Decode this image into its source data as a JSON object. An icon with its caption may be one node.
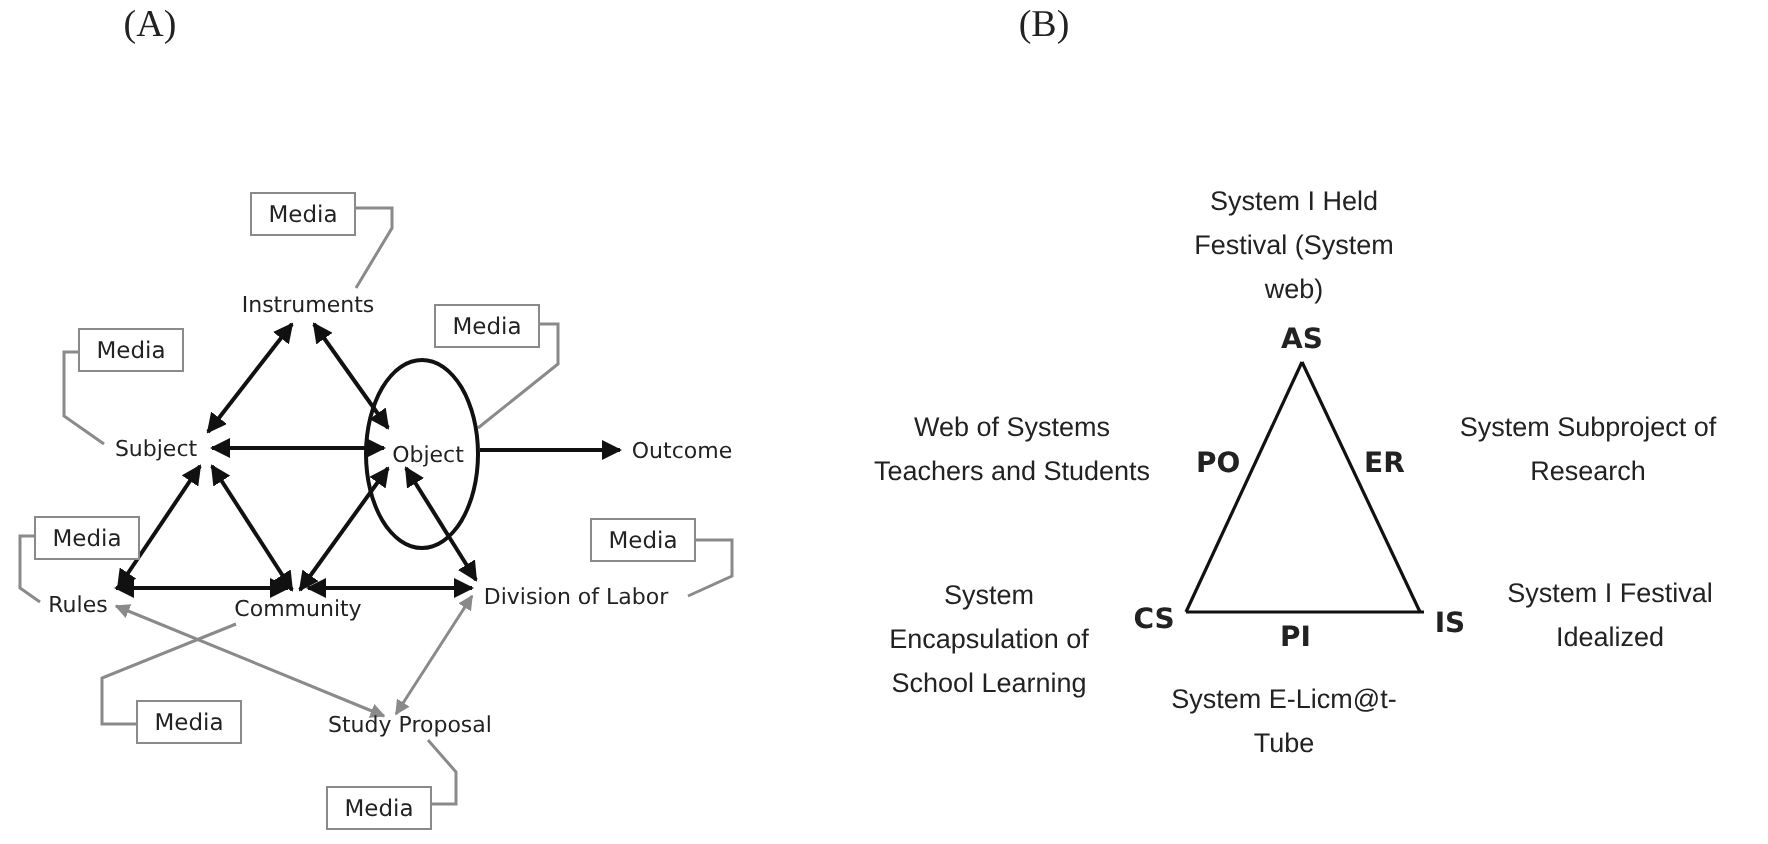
{
  "diagram": {
    "nodes": [
      {
        "text": [
          "Instruments"
        ]
      },
      {
        "text": [
          "Subject"
        ]
      },
      {
        "text": [
          "Object"
        ]
      },
      {
        "text": [
          "Outcome"
        ]
      },
      {
        "text": [
          "Rules"
        ]
      },
      {
        "text": [
          "Community"
        ]
      },
      {
        "text": [
          "Division of Labor"
        ]
      },
      {
        "text": [
          "Study Proposal"
        ]
      },
      {
        "text": [
          "Media"
        ]
      },
      {
        "text": [
          "Media"
        ]
      },
      {
        "text": [
          "Media"
        ]
      },
      {
        "text": [
          "Media"
        ]
      },
      {
        "text": [
          "Media"
        ]
      },
      {
        "text": [
          "Media"
        ]
      },
      {
        "text": [
          "Media"
        ]
      },
      {
        "text": [
          "AS"
        ],
        "beside": [
          "System I Held Festival (System web)"
        ]
      },
      {
        "text": [
          "CS"
        ],
        "beside": [
          "System Encapsulation of School Learning"
        ]
      },
      {
        "text": [
          "IS"
        ],
        "beside": [
          "System I Festival Idealized"
        ]
      }
    ],
    "edges": [
      {
        "from": 0,
        "to": 1,
        "arrow": "both"
      },
      {
        "from": 0,
        "to": 2,
        "arrow": "both"
      },
      {
        "from": 1,
        "to": 2,
        "arrow": "both"
      },
      {
        "from": 2,
        "to": 3,
        "arrow": "to"
      },
      {
        "from": 1,
        "to": 4,
        "arrow": "both"
      },
      {
        "from": 1,
        "to": 5,
        "arrow": "both"
      },
      {
        "from": 5,
        "to": 2,
        "arrow": "both"
      },
      {
        "from": 2,
        "to": 6,
        "arrow": "both"
      },
      {
        "from": 4,
        "to": 5,
        "arrow": "both"
      },
      {
        "from": 5,
        "to": 6,
        "arrow": "both"
      },
      {
        "from": 4,
        "to": 7,
        "arrow": "both",
        "color": "#8a8a8a"
      },
      {
        "from": 6,
        "to": 7,
        "arrow": "both",
        "color": "#8a8a8a"
      },
      {
        "from": 8,
        "to": 0,
        "arrow": "none",
        "color": "#8a8a8a"
      },
      {
        "from": 9,
        "to": 1,
        "arrow": "none",
        "color": "#8a8a8a"
      },
      {
        "from": 10,
        "to": 2,
        "arrow": "none",
        "color": "#8a8a8a"
      },
      {
        "from": 11,
        "to": 4,
        "arrow": "none",
        "color": "#8a8a8a"
      },
      {
        "from": 12,
        "to": 5,
        "arrow": "none",
        "color": "#8a8a8a"
      },
      {
        "from": 13,
        "to": 6,
        "arrow": "none",
        "color": "#8a8a8a"
      },
      {
        "from": 14,
        "to": 7,
        "arrow": "none",
        "color": "#8a8a8a"
      },
      {
        "from": 15,
        "to": 16,
        "arrow": "none",
        "label": "PO"
      },
      {
        "from": 15,
        "to": 17,
        "arrow": "none",
        "label": "ER"
      },
      {
        "from": 16,
        "to": 17,
        "arrow": "none",
        "label": "PI"
      }
    ],
    "labels": [
      "(A)",
      "(B)",
      "Web of Systems Teachers and Students",
      "System Subproject of Research",
      "System E-Licm@t-Tube"
    ]
  }
}
